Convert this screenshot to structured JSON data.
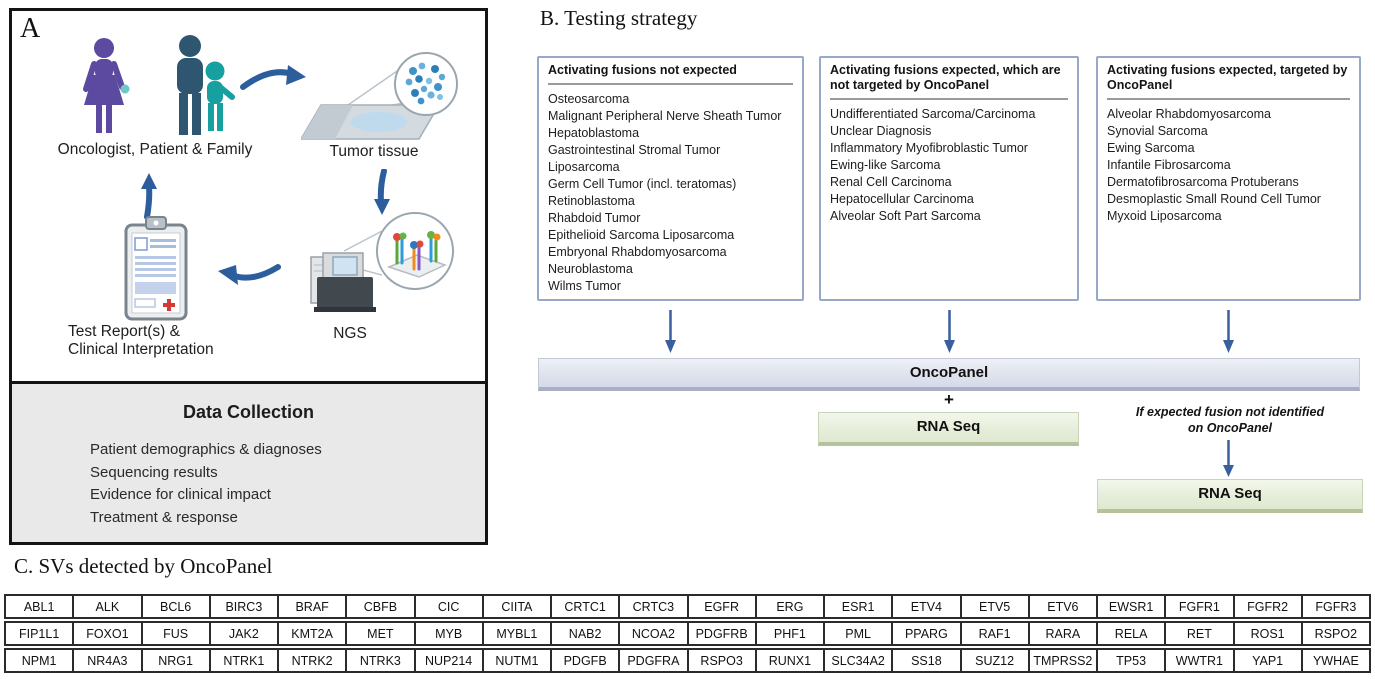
{
  "panelA": {
    "label": "A",
    "labels": {
      "oncologist": "Oncologist, Patient & Family",
      "tumor": "Tumor tissue",
      "ngs": "NGS",
      "report_line1": "Test Report(s) &",
      "report_line2": "Clinical Interpretation"
    },
    "data_collection": {
      "title": "Data Collection",
      "items": [
        "Patient demographics & diagnoses",
        "Sequencing results",
        "Evidence for clinical impact",
        "Treatment & response"
      ]
    }
  },
  "panelB": {
    "title": "B. Testing strategy",
    "boxes": [
      {
        "title": "Activating fusions not expected",
        "items": [
          "Osteosarcoma",
          "Malignant Peripheral Nerve Sheath Tumor",
          "Hepatoblastoma",
          "Gastrointestinal Stromal Tumor",
          "Liposarcoma",
          "Germ Cell Tumor (incl. teratomas)",
          "Retinoblastoma",
          "Rhabdoid Tumor",
          "Epithelioid Sarcoma Liposarcoma",
          "Embryonal Rhabdomyosarcoma",
          "Neuroblastoma",
          "Wilms Tumor"
        ]
      },
      {
        "title": "Activating fusions expected, which are not targeted by OncoPanel",
        "items": [
          "Undifferentiated Sarcoma/Carcinoma",
          "Unclear Diagnosis",
          "Inflammatory Myofibroblastic Tumor",
          "Ewing-like Sarcoma",
          "Renal Cell Carcinoma",
          "Hepatocellular Carcinoma",
          "Alveolar Soft Part Sarcoma"
        ]
      },
      {
        "title": "Activating fusions expected, targeted by OncoPanel",
        "items": [
          "Alveolar Rhabdomyosarcoma",
          "Synovial Sarcoma",
          "Ewing Sarcoma",
          "Infantile Fibrosarcoma",
          "Dermatofibrosarcoma Protuberans",
          "Desmoplastic Small Round Cell Tumor",
          "Myxoid Liposarcoma"
        ]
      }
    ],
    "oncopanel_label": "OncoPanel",
    "plus": "+",
    "rnaseq_label": "RNA Seq",
    "conditional_note_line1": "If expected fusion not identified",
    "conditional_note_line2": "on OncoPanel",
    "rnaseq2_label": "RNA Seq"
  },
  "panelC": {
    "title": "C. SVs detected by OncoPanel",
    "gene_rows": [
      [
        "ABL1",
        "ALK",
        "BCL6",
        "BIRC3",
        "BRAF",
        "CBFB",
        "CIC",
        "CIITA",
        "CRTC1",
        "CRTC3",
        "EGFR",
        "ERG",
        "ESR1",
        "ETV4",
        "ETV5",
        "ETV6",
        "EWSR1",
        "FGFR1",
        "FGFR2",
        "FGFR3"
      ],
      [
        "FIP1L1",
        "FOXO1",
        "FUS",
        "JAK2",
        "KMT2A",
        "MET",
        "MYB",
        "MYBL1",
        "NAB2",
        "NCOA2",
        "PDGFRB",
        "PHF1",
        "PML",
        "PPARG",
        "RAF1",
        "RARA",
        "RELA",
        "RET",
        "ROS1",
        "RSPO2"
      ],
      [
        "NPM1",
        "NR4A3",
        "NRG1",
        "NTRK1",
        "NTRK2",
        "NTRK3",
        "NUP214",
        "NUTM1",
        "PDGFB",
        "PDGFRA",
        "RSPO3",
        "RUNX1",
        "SLC34A2",
        "SS18",
        "SUZ12",
        "TMPRSS2",
        "TP53",
        "WWTR1",
        "YAP1",
        "YWHAE"
      ]
    ]
  },
  "icons": [
    "woman-oncologist-icon",
    "family-icon",
    "curved-arrow-right-icon",
    "tumor-slide-icon",
    "tumor-cells-zoom-icon",
    "down-arrow-icon",
    "up-arrow-icon",
    "clipboard-report-icon",
    "curved-arrow-left-icon",
    "ngs-machine-icon",
    "sequencing-clusters-zoom-icon"
  ],
  "colors": {
    "arrow_blue": "#2c5e9e",
    "box_border_blue": "#98a8c8",
    "oncopanel_fill": "#dfe3ee",
    "rnaseq_fill": "#e6eeda",
    "data_collection_bg": "#e9e9e9",
    "oncologist_purple": "#5b4aa0",
    "parent_slate": "#2e5670",
    "child_teal": "#16a0a0"
  }
}
